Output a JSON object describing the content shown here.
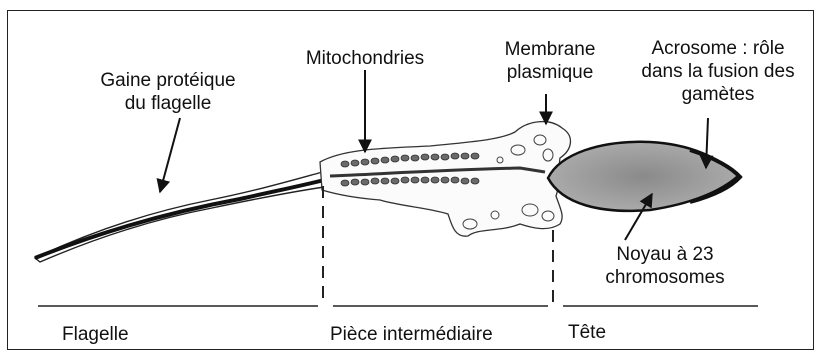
{
  "labels": {
    "gaine": "Gaine protéique\ndu flagelle",
    "mitochondries": "Mitochondries",
    "membrane": "Membrane\nplasmique",
    "acrosome": "Acrosome : rôle\ndans la fusion des\ngamètes",
    "noyau": "Noyau à 23\nchromosomes"
  },
  "segments": {
    "flagelle": "Flagelle",
    "piece": "Pièce intermédiaire",
    "tete": "Tête"
  }
}
